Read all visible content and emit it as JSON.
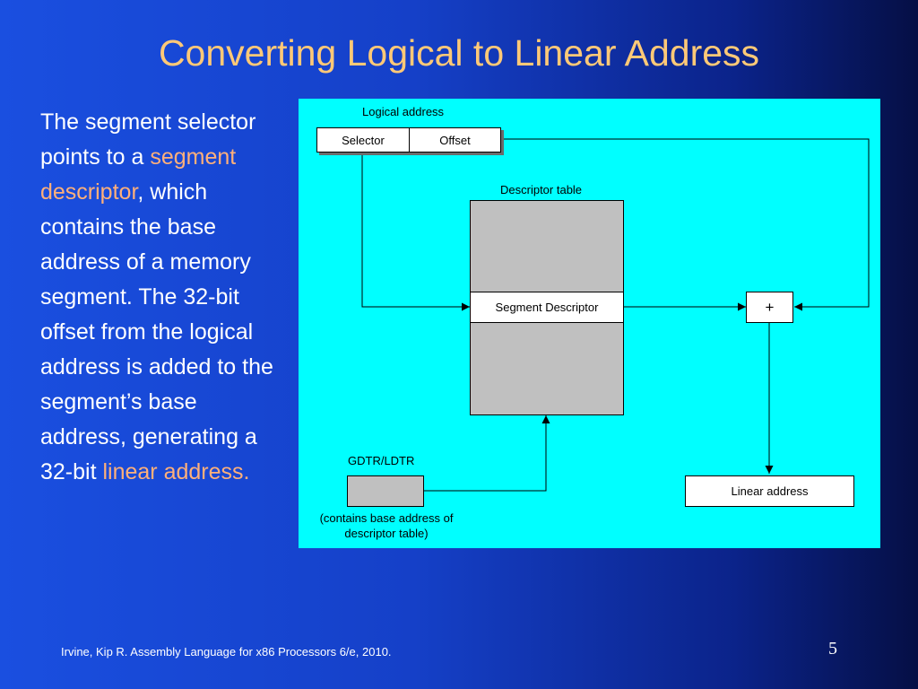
{
  "slide": {
    "title": "Converting Logical to Linear Address",
    "body": {
      "part1": "The segment selector points to a ",
      "highlight1": "segment descriptor",
      "part2": ", which contains the base address of a memory segment. The 32-bit offset from the logical address is added to the segment’s base address, generating a 32-bit ",
      "highlight2": "linear address",
      "part3": "."
    },
    "footer": "Irvine, Kip R. Assembly Language for x86 Processors 6/e, 2010.",
    "page_number": "5"
  },
  "diagram": {
    "logical_address_label": "Logical address",
    "selector_label": "Selector",
    "offset_label": "Offset",
    "descriptor_table_label": "Descriptor table",
    "segment_descriptor_label": "Segment Descriptor",
    "adder_label": "+",
    "gdtr_label": "GDTR/LDTR",
    "gdtr_note": "(contains base address of descriptor table)",
    "linear_address_label": "Linear address"
  },
  "colors": {
    "title": "#ffc977",
    "highlight": "#ffb07a",
    "panel": "#00ffff",
    "table_fill": "#c0c0c0"
  }
}
